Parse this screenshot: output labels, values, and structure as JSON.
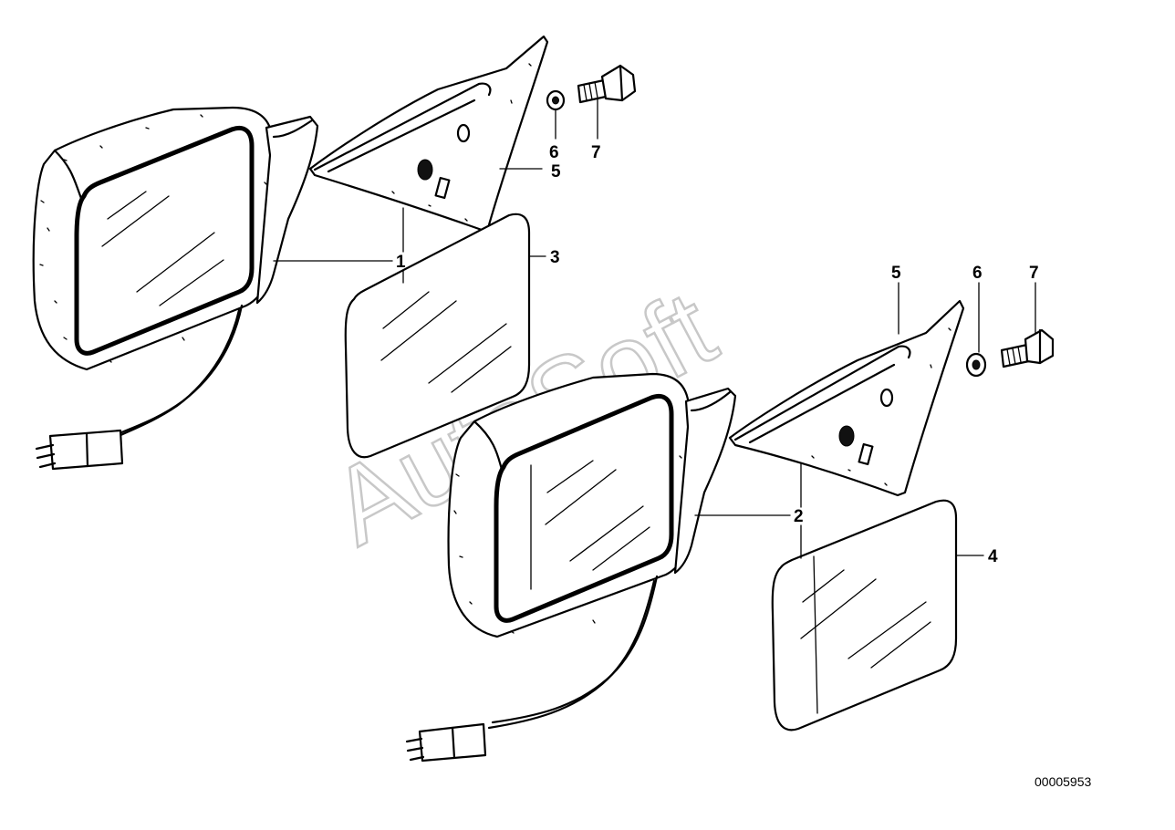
{
  "diagram": {
    "callouts": [
      {
        "id": "c1",
        "label": "1"
      },
      {
        "id": "c2",
        "label": "2"
      },
      {
        "id": "c3",
        "label": "3"
      },
      {
        "id": "c4",
        "label": "4"
      },
      {
        "id": "c5a",
        "label": "5"
      },
      {
        "id": "c6a",
        "label": "6"
      },
      {
        "id": "c7a",
        "label": "7"
      },
      {
        "id": "c5b",
        "label": "5"
      },
      {
        "id": "c6b",
        "label": "6"
      },
      {
        "id": "c7b",
        "label": "7"
      }
    ],
    "watermark": "AutoSoft",
    "document_number": "00005953"
  }
}
